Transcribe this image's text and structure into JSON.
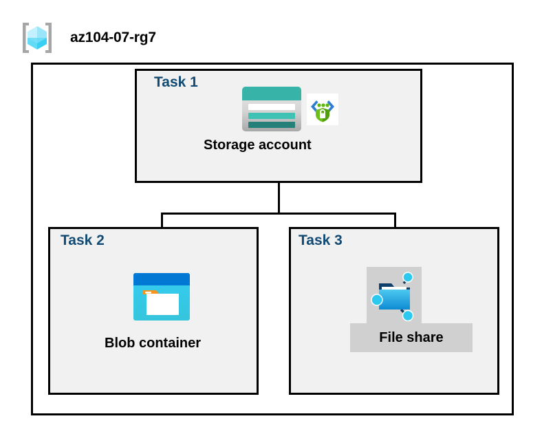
{
  "resource_group": {
    "icon": "resource-group-cube-icon",
    "name": "az104-07-rg7"
  },
  "tasks": [
    {
      "label": "Task 1",
      "node_caption": "Storage account",
      "icons": [
        "storage-account-icon",
        "storage-encryption-shield-icon"
      ]
    },
    {
      "label": "Task 2",
      "node_caption": "Blob container",
      "icons": [
        "blob-container-icon"
      ]
    },
    {
      "label": "Task 3",
      "node_caption": "File share",
      "icons": [
        "file-share-icon"
      ]
    }
  ],
  "colors": {
    "task_label": "#134A73",
    "task_box_fill": "#F1F1F1",
    "border": "#000000",
    "caption": "#000000",
    "fileshare_plate": "#D0D0D0",
    "storage_teal": "#37B3A8",
    "storage_teal_dark": "#26807A",
    "blob_blue": "#0078D4",
    "blob_cyan": "#32C8F0",
    "blob_orange": "#F7941E",
    "shield_green": "#5DB80C",
    "cube_cyan": "#50E6FF",
    "bracket_gray": "#A0A0A0"
  }
}
